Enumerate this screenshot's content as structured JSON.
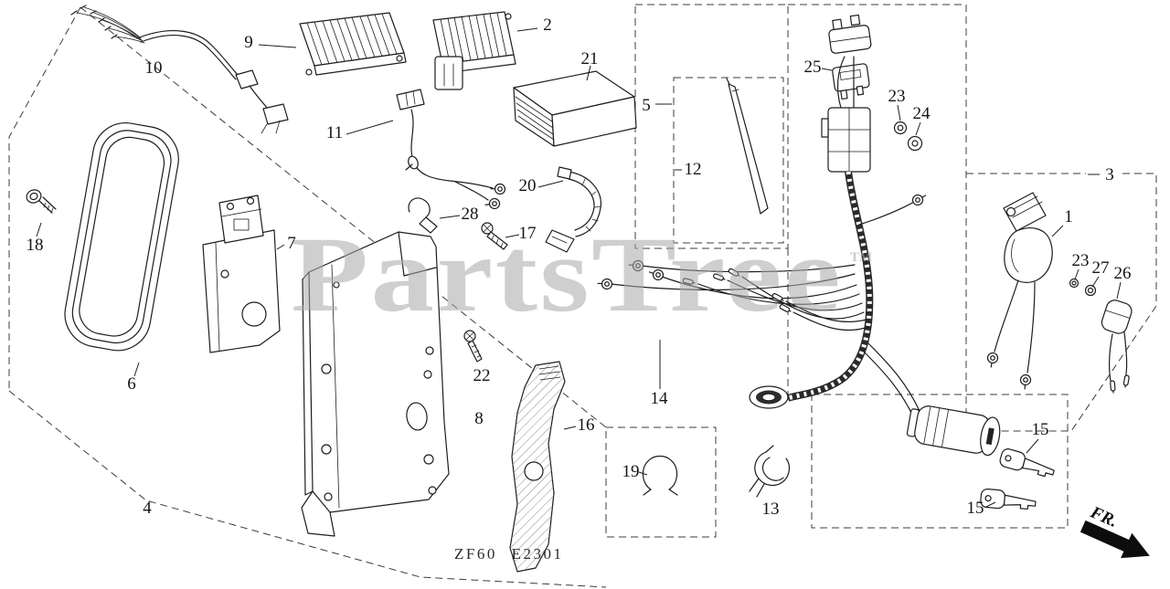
{
  "diagram": {
    "watermark": "PartsTree",
    "watermark_tm": "TM",
    "code": "ZF60 E2301",
    "direction_label": "FR."
  },
  "labels": {
    "l1": "1",
    "l2": "2",
    "l3": "3",
    "l4": "4",
    "l5": "5",
    "l6": "6",
    "l7": "7",
    "l8": "8",
    "l9": "9",
    "l10": "10",
    "l11": "11",
    "l12": "12",
    "l13": "13",
    "l14": "14",
    "l15a": "15",
    "l15b": "15",
    "l16": "16",
    "l17": "17",
    "l18": "18",
    "l19": "19",
    "l20": "20",
    "l21": "21",
    "l22": "22",
    "l23a": "23",
    "l23b": "23",
    "l24": "24",
    "l25": "25",
    "l26": "26",
    "l27": "27",
    "l28": "28"
  }
}
